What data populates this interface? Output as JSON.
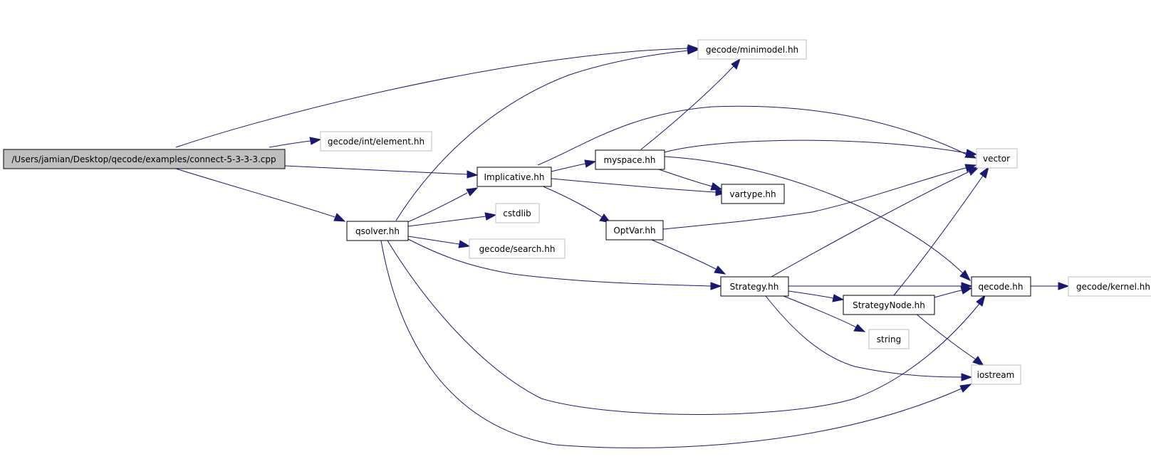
{
  "colors": {
    "edge": "#191970",
    "root_fill": "#bfbfbf",
    "documented_border": "#000000",
    "undocumented_border": "#bfbfbf",
    "node_fill": "#ffffff",
    "text": "#000000"
  },
  "nodes": {
    "root": {
      "label": "/Users/jamian/Desktop/qecode/examples/connect-5-3-3-3.cpp",
      "kind": "root"
    },
    "minimodel": {
      "label": "gecode/minimodel.hh",
      "kind": "external"
    },
    "element": {
      "label": "gecode/int/element.hh",
      "kind": "external"
    },
    "implicative": {
      "label": "Implicative.hh",
      "kind": "documented"
    },
    "myspace": {
      "label": "myspace.hh",
      "kind": "documented"
    },
    "vector": {
      "label": "vector",
      "kind": "external"
    },
    "vartype": {
      "label": "vartype.hh",
      "kind": "documented"
    },
    "cstdlib": {
      "label": "cstdlib",
      "kind": "external"
    },
    "qsolver": {
      "label": "qsolver.hh",
      "kind": "documented"
    },
    "optvar": {
      "label": "OptVar.hh",
      "kind": "documented"
    },
    "search": {
      "label": "gecode/search.hh",
      "kind": "external"
    },
    "strategy": {
      "label": "Strategy.hh",
      "kind": "documented"
    },
    "qecode": {
      "label": "qecode.hh",
      "kind": "documented"
    },
    "kernel": {
      "label": "gecode/kernel.hh",
      "kind": "external"
    },
    "strategynode": {
      "label": "StrategyNode.hh",
      "kind": "documented"
    },
    "string": {
      "label": "string",
      "kind": "external"
    },
    "iostream": {
      "label": "iostream",
      "kind": "external"
    }
  },
  "edges": [
    [
      "root",
      "minimodel"
    ],
    [
      "root",
      "element"
    ],
    [
      "root",
      "implicative"
    ],
    [
      "root",
      "qsolver"
    ],
    [
      "implicative",
      "vector"
    ],
    [
      "implicative",
      "myspace"
    ],
    [
      "implicative",
      "vartype"
    ],
    [
      "implicative",
      "optvar"
    ],
    [
      "myspace",
      "minimodel"
    ],
    [
      "myspace",
      "vector"
    ],
    [
      "myspace",
      "vartype"
    ],
    [
      "myspace",
      "qecode"
    ],
    [
      "qsolver",
      "minimodel"
    ],
    [
      "qsolver",
      "implicative"
    ],
    [
      "qsolver",
      "cstdlib"
    ],
    [
      "qsolver",
      "search"
    ],
    [
      "qsolver",
      "strategy"
    ],
    [
      "qsolver",
      "qecode"
    ],
    [
      "qsolver",
      "iostream"
    ],
    [
      "optvar",
      "vector"
    ],
    [
      "optvar",
      "strategy"
    ],
    [
      "strategy",
      "vector"
    ],
    [
      "strategy",
      "qecode"
    ],
    [
      "strategy",
      "strategynode"
    ],
    [
      "strategy",
      "string"
    ],
    [
      "strategy",
      "iostream"
    ],
    [
      "strategynode",
      "vector"
    ],
    [
      "strategynode",
      "qecode"
    ],
    [
      "strategynode",
      "iostream"
    ],
    [
      "qecode",
      "kernel"
    ]
  ]
}
